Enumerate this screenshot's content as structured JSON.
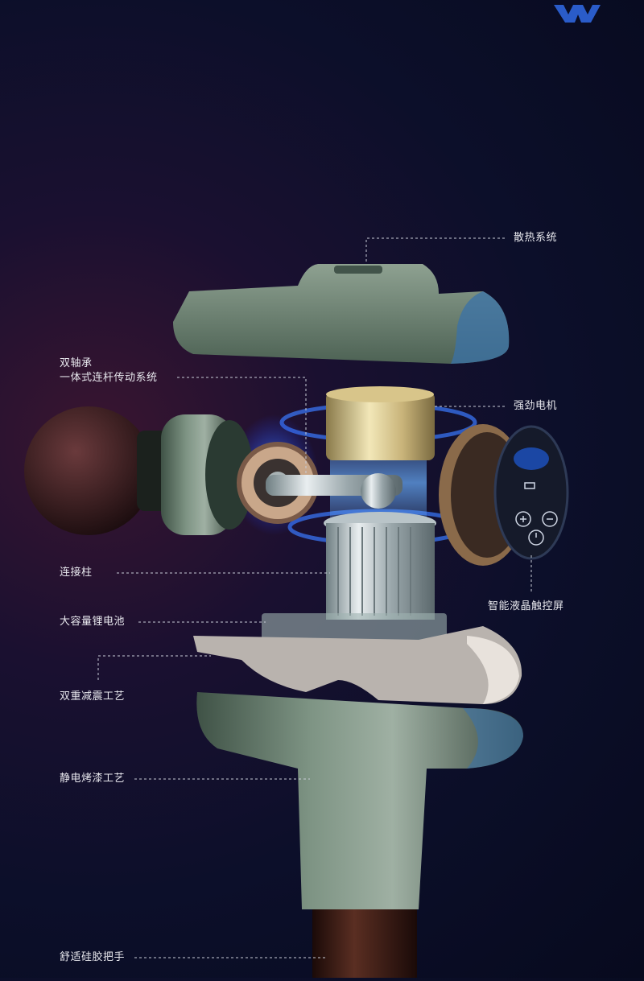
{
  "labels": {
    "heat": "散热系统",
    "bearing_line1": "双轴承",
    "bearing_line2": "一体式连杆传动系统",
    "motor": "强劲电机",
    "pillar": "连接柱",
    "screen": "智能液晶触控屏",
    "battery": "大容量锂电池",
    "damping": "双重减震工艺",
    "paint": "静电烤漆工艺",
    "handle": "舒适硅胶把手"
  },
  "screen_icons": [
    "power-icon",
    "plus-icon",
    "minus-icon",
    "battery-icon"
  ],
  "colors": {
    "body": "#5f7566",
    "background": "#0c0f2a",
    "glow": "#2d6bff"
  }
}
